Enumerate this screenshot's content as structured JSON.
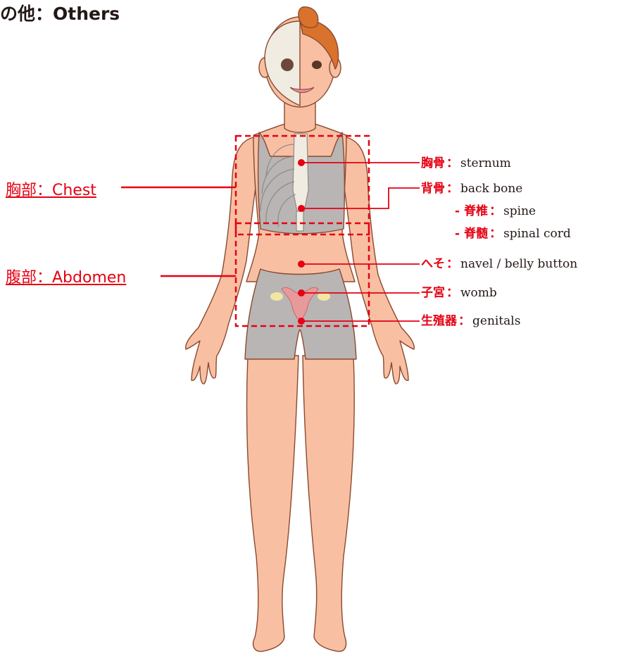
{
  "heading": "の他：Others",
  "regions": {
    "chest": "胸部：Chest",
    "abdomen": "腹部：Abdomen"
  },
  "labels": {
    "sternum": {
      "jp": "胸骨",
      "colon": "：",
      "en": "sternum"
    },
    "back_bone": {
      "jp": "背骨",
      "colon": "：",
      "en": "back bone"
    },
    "spine": {
      "prefix": "-",
      "jp": "脊椎",
      "colon": "：",
      "en": "spine"
    },
    "spinal_cord": {
      "prefix": "-",
      "jp": "脊髄",
      "colon": "：",
      "en": "spinal cord"
    },
    "navel": {
      "jp": "へそ",
      "colon": "：",
      "en": "navel / belly button"
    },
    "womb": {
      "jp": "子宮",
      "colon": "：",
      "en": "womb"
    },
    "genitals": {
      "jp": "生殖器",
      "colon": "：",
      "en": "genitals"
    }
  },
  "colors": {
    "accent_red": "#e60012",
    "skin": "#f8bfa3",
    "skin_outline": "#8a4a2e",
    "clothing": "#b8b5b4",
    "bone": "#f1ece2",
    "hair": "#d9722c",
    "text": "#231815"
  }
}
